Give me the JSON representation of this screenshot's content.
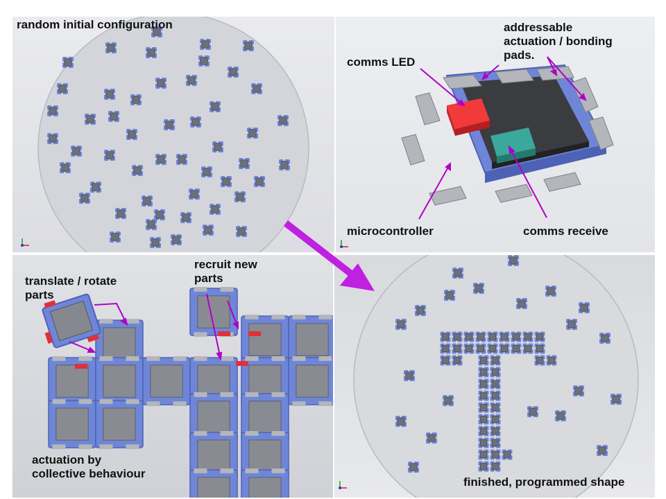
{
  "labels": {
    "random_initial": "random initial configuration",
    "addressable_line1": "addressable",
    "addressable_line2": "actuation / bonding",
    "addressable_line3": "pads.",
    "comms_led": "comms LED",
    "microcontroller": "microcontroller",
    "comms_receive": "comms receive",
    "translate_line1": "translate / rotate",
    "translate_line2": "parts",
    "recruit_line1": "recruit new",
    "recruit_line2": "parts",
    "actuation_line1": "actuation by",
    "actuation_line2": "collective behaviour",
    "finished": "finished, programmed shape"
  },
  "colors": {
    "part_body": "#8f939c",
    "part_blue": "#6f86d8",
    "pad_grey": "#b4b6bb",
    "pad_red": "#e0303a",
    "led_red": "#f23a3a",
    "receiver_teal": "#3aa89b",
    "chip_dark": "#3b3c40",
    "callout": "#b000c8",
    "transition_arrow": "#c020e0"
  }
}
